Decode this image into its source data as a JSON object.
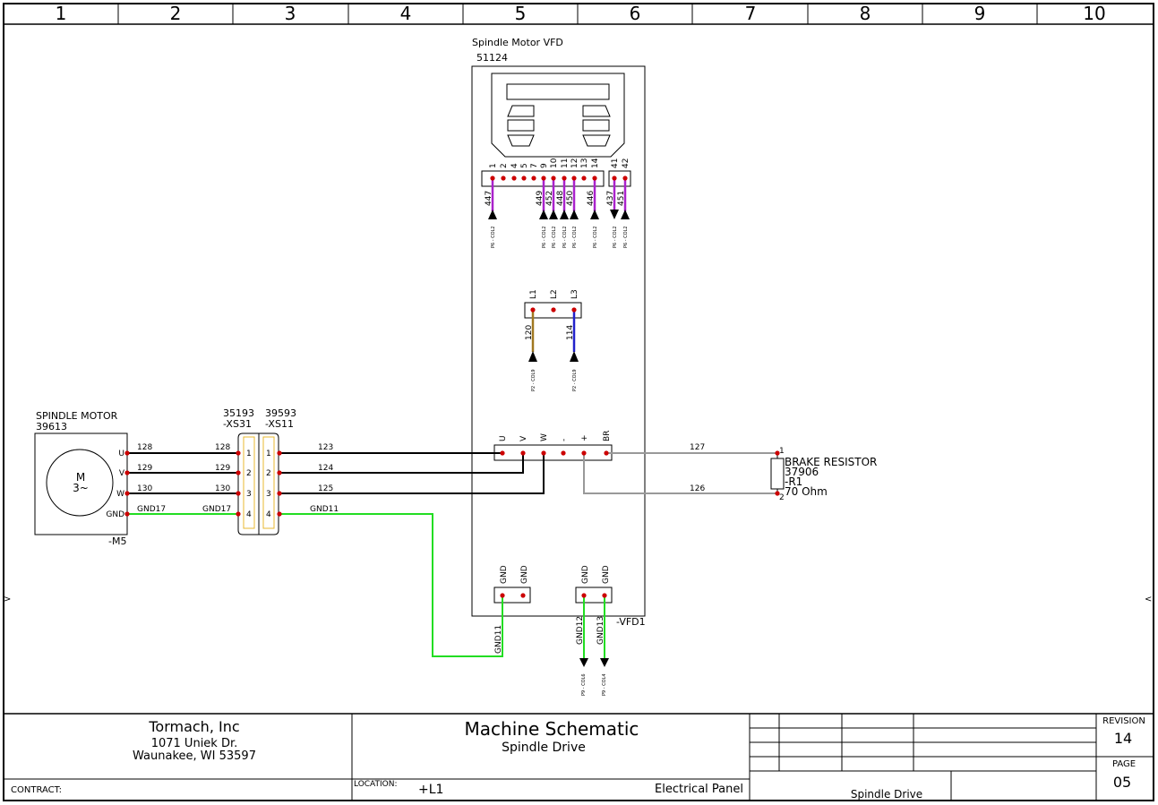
{
  "grid": {
    "columns": [
      "1",
      "2",
      "3",
      "4",
      "5",
      "6",
      "7",
      "8",
      "9",
      "10"
    ]
  },
  "vfd": {
    "title": "Spindle Motor VFD",
    "part": "51124",
    "tag": "-VFD1",
    "control_terminals": [
      "1",
      "2",
      "4",
      "5",
      "7",
      "9",
      "10",
      "11",
      "12",
      "13",
      "14"
    ],
    "aux_terminals": [
      "41",
      "42"
    ],
    "control_wires": [
      "447",
      "449",
      "452",
      "448",
      "450",
      "446",
      "437",
      "451"
    ],
    "control_refs": [
      "P6 - COL2",
      "P6 - COL2",
      "P6 - COL2",
      "P6 - COL2",
      "P6 - COL2",
      "P6 - COL2",
      "P6 - COL2",
      "P6 - COL2"
    ],
    "power_terminals": [
      "L1",
      "L2",
      "L3"
    ],
    "power_wires": [
      "120",
      "114"
    ],
    "power_refs": [
      "P2 - COL9",
      "P2 - COL9"
    ],
    "output_terminals": [
      "U",
      "V",
      "W",
      "-",
      "+",
      "BR"
    ],
    "gnd_terminals": [
      "GND",
      "GND",
      "GND",
      "GND"
    ]
  },
  "motor": {
    "name": "SPINDLE MOTOR",
    "part": "39613",
    "tag": "-M5",
    "symbol_m": "M",
    "symbol_phase": "3~",
    "terminals": [
      "U",
      "V",
      "W",
      "GND"
    ]
  },
  "connector_xs31": {
    "part": "35193",
    "tag": "-XS31",
    "pins": [
      "1",
      "2",
      "3",
      "4"
    ]
  },
  "connector_xs11": {
    "part": "39593",
    "tag": "-XS11",
    "pins": [
      "1",
      "2",
      "3",
      "4"
    ]
  },
  "wires": {
    "motor_side": [
      "128",
      "129",
      "130",
      "GND17"
    ],
    "plug_side": [
      "128",
      "129",
      "130",
      "GND17"
    ],
    "vfd_side": [
      "123",
      "124",
      "125",
      "GND11"
    ],
    "brake": [
      "127",
      "126"
    ],
    "gnd_vfd": [
      "GND11",
      "GND12",
      "GND13"
    ],
    "gnd_refs": [
      "P9 - COL6",
      "P9 - COL4"
    ]
  },
  "resistor": {
    "name": "BRAKE RESISTOR",
    "part": "37906",
    "tag": "-R1",
    "value": "70 Ohm",
    "pins": [
      "1",
      "2"
    ]
  },
  "title_block": {
    "company": "Tormach, Inc",
    "address1": "1071 Uniek Dr.",
    "address2": "Waunakee, WI 53597",
    "contract_label": "CONTRACT:",
    "title": "Machine Schematic",
    "subtitle": "Spindle Drive",
    "location_label": "LOCATION:",
    "location": "+L1",
    "panel": "Electrical Panel",
    "sheet_name": "Spindle Drive",
    "revision_label": "REVISION",
    "revision": "14",
    "page_label": "PAGE",
    "page": "05"
  },
  "colors": {
    "green": "#22dd22",
    "purple": "#aa22cc",
    "brown": "#a07820",
    "blue": "#2222cc",
    "gray": "#999999",
    "dot": "#cc0000",
    "yellow": "#e8b830"
  }
}
